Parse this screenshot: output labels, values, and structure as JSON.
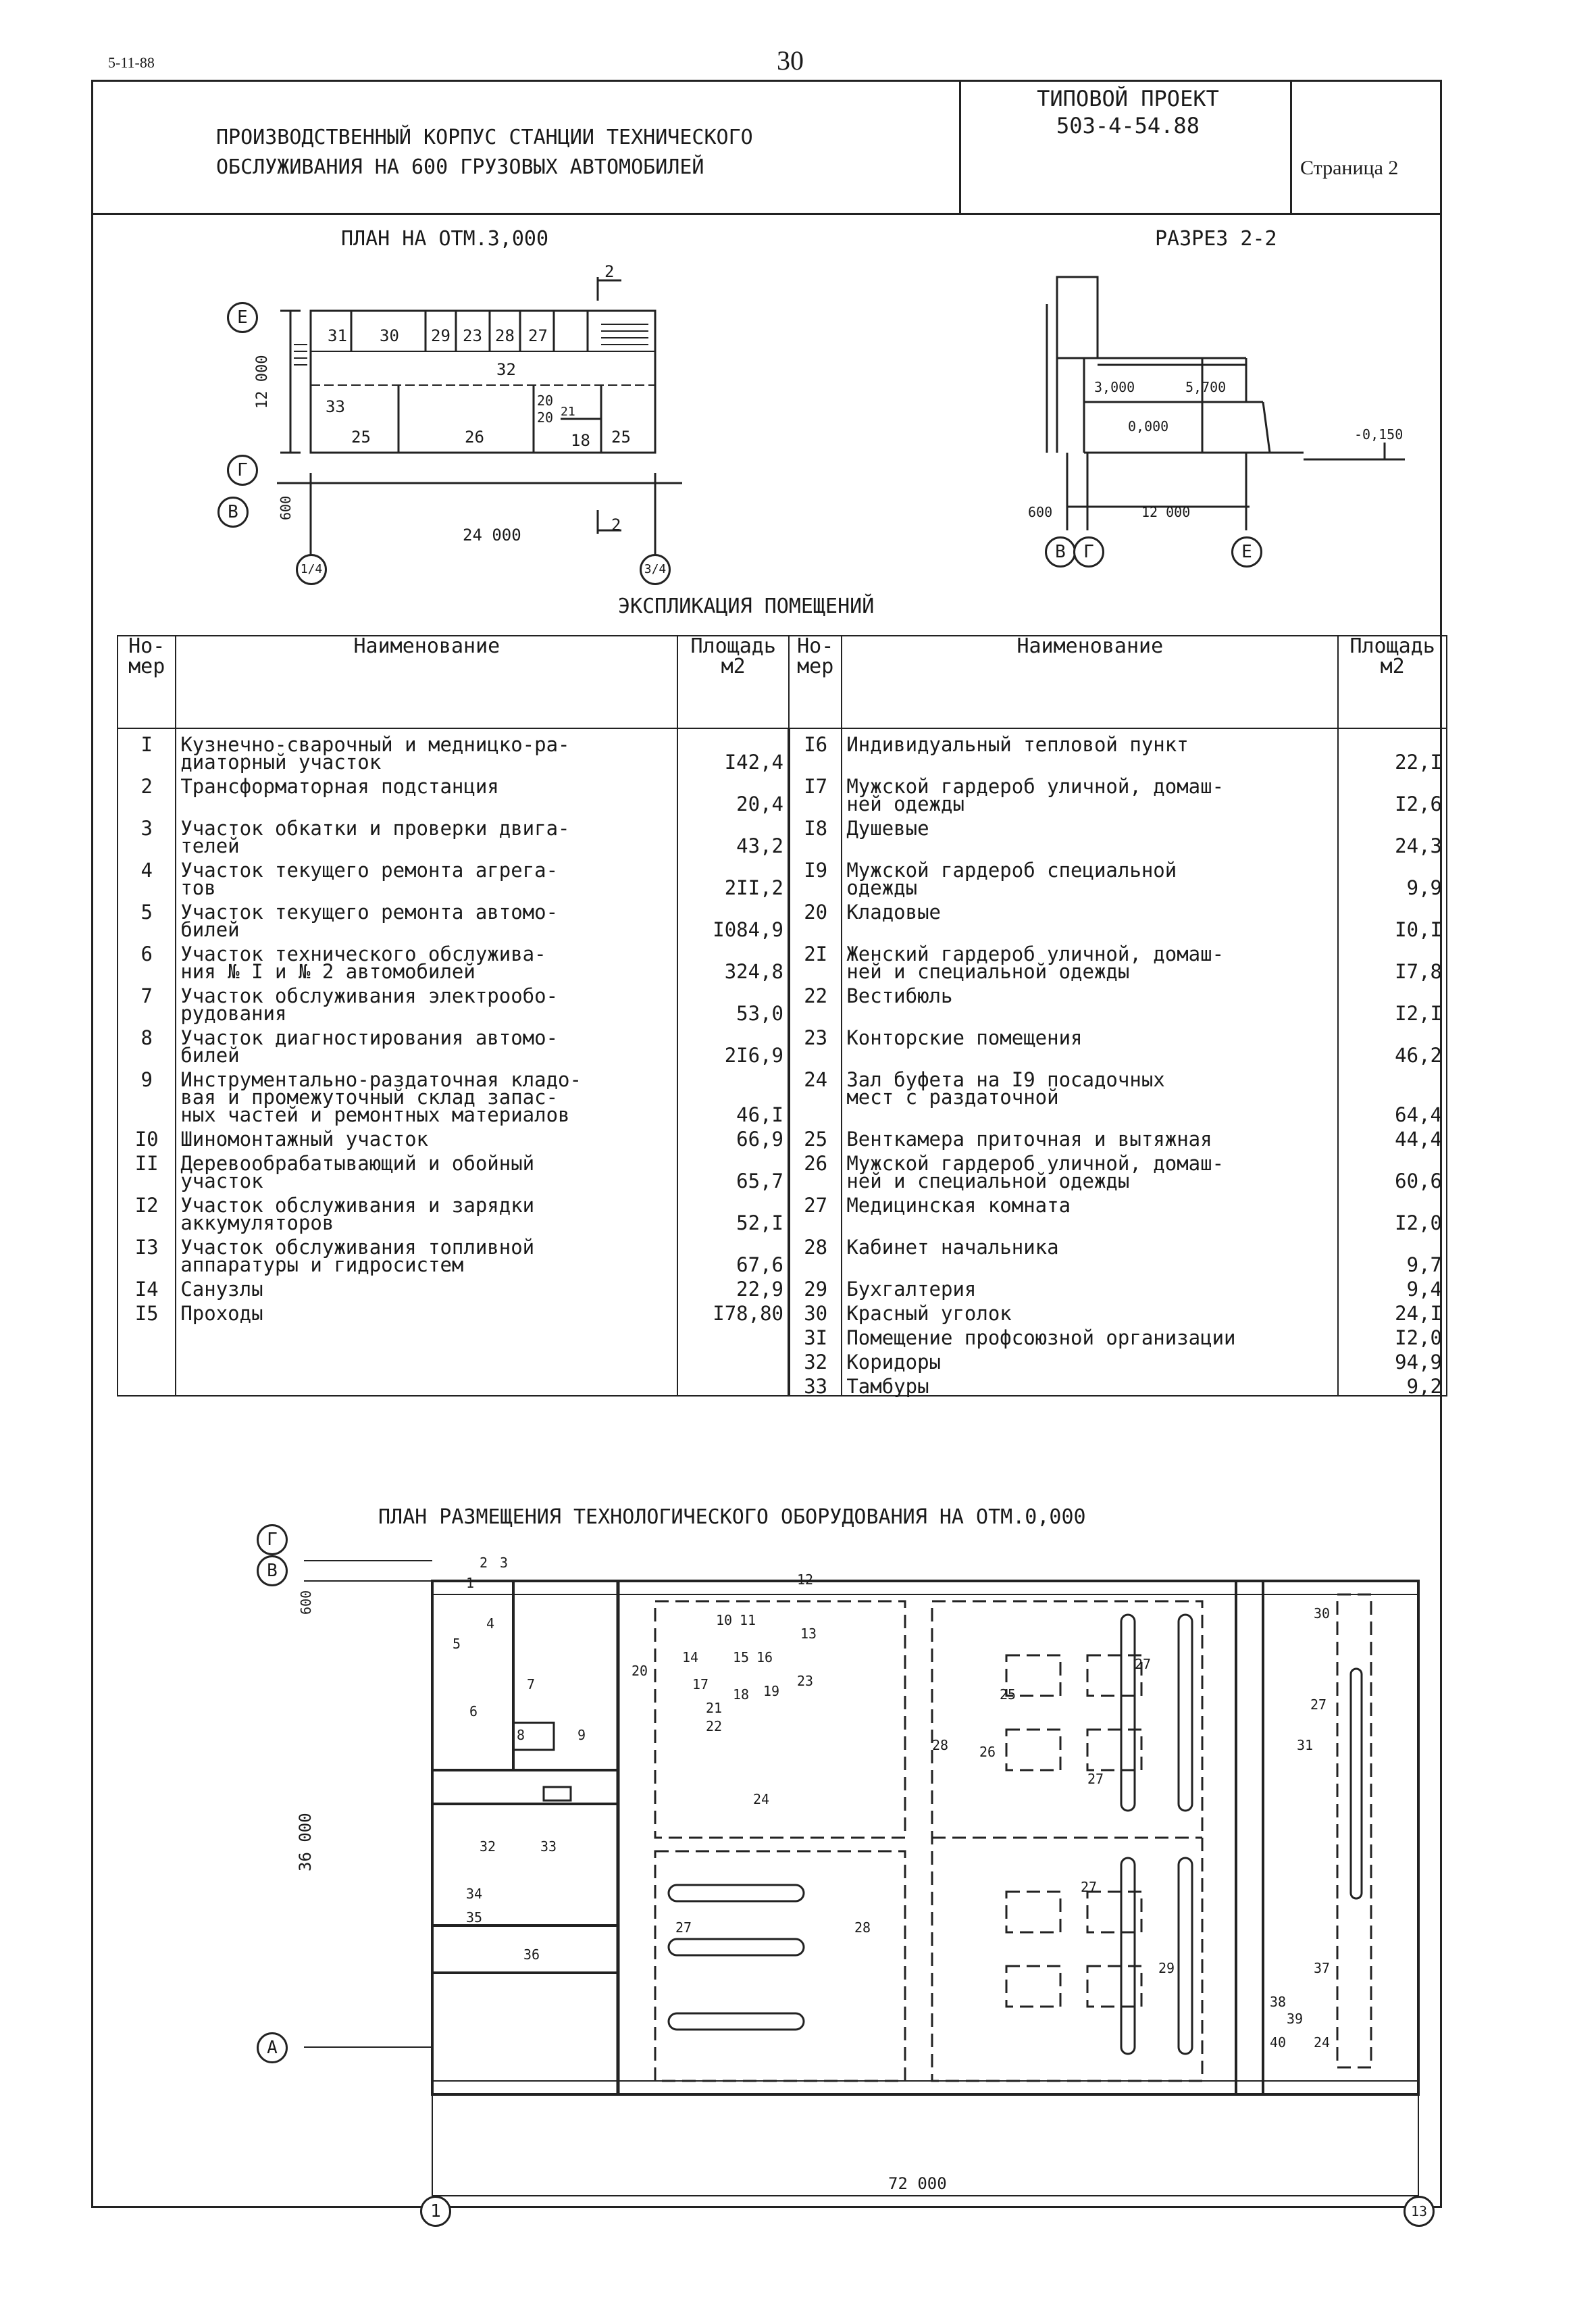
{
  "header": {
    "date": "5-11-88",
    "page_number": "30"
  },
  "title_block": {
    "title_line1": "ПРОИЗВОДСТВЕННЫЙ КОРПУС СТАНЦИИ ТЕХНИЧЕСКОГО",
    "title_line2": "ОБСЛУЖИВАНИЯ НА 600 ГРУЗОВЫХ АВТОМОБИЛЕЙ",
    "project_label": "ТИПОВОЙ ПРОЕКТ",
    "project_code": "503-4-54.88",
    "page_label": "Страница 2"
  },
  "plan_upper": {
    "caption": "ПЛАН НА ОТМ.3,000",
    "section_mark": "2",
    "dim_height": "12 000",
    "dim_600": "600",
    "dim_length": "24 000",
    "axes": [
      "Е",
      "Г",
      "В",
      "1/4",
      "3/4"
    ],
    "rooms": [
      "31",
      "30",
      "29",
      "23",
      "28",
      "27",
      "32",
      "33",
      "20",
      "20",
      "25",
      "26",
      "18",
      "25",
      "21"
    ]
  },
  "section_2_2": {
    "caption": "РАЗРЕЗ 2-2",
    "elev_3000": "3,000",
    "elev_5700": "5,700",
    "elev_0000": "0,000",
    "elev_neg": "-0,150",
    "dim_600": "600",
    "dim_12000": "12 000",
    "axes": [
      "В",
      "Г",
      "Е"
    ]
  },
  "explication": {
    "caption": "ЭКСПЛИКАЦИЯ ПОМЕЩЕНИЙ",
    "headers": {
      "num_a": "Но-",
      "num_b": "мер",
      "name": "Наименование",
      "area_a": "Площадь",
      "area_b": "м2"
    },
    "left_rows": [
      {
        "num": "I",
        "l1": "Кузнечно-сварочный и медницко-ра-",
        "l2": "диаторный участок",
        "area": "I42,4"
      },
      {
        "num": "2",
        "l1": "Трансформаторная подстанция",
        "l2": "",
        "area": "20,4"
      },
      {
        "num": "3",
        "l1": "Участок обкатки и проверки двига-",
        "l2": "телей",
        "area": "43,2"
      },
      {
        "num": "4",
        "l1": "Участок текущего ремонта агрега-",
        "l2": "тов",
        "area": "2II,2"
      },
      {
        "num": "5",
        "l1": "Участок текущего ремонта автомо-",
        "l2": "билей",
        "area": "I084,9"
      },
      {
        "num": "6",
        "l1": "Участок технического обслужива-",
        "l2": "ния № I и № 2 автомобилей",
        "area": "324,8"
      },
      {
        "num": "7",
        "l1": "Участок обслуживания электрообо-",
        "l2": "рудования",
        "area": "53,0"
      },
      {
        "num": "8",
        "l1": "Участок диагностирования автомо-",
        "l2": "билей",
        "area": "2I6,9"
      },
      {
        "num": "9",
        "l1": "Инструментально-раздаточная кладо-",
        "l2": "вая и промежуточный склад запас-",
        "l3": "ных частей и ремонтных материалов",
        "area": "46,I"
      },
      {
        "num": "I0",
        "l1": "Шиномонтажный участок",
        "l2": "",
        "area": "66,9"
      },
      {
        "num": "II",
        "l1": "Деревообрабатывающий и обойный",
        "l2": "участок",
        "area": "65,7"
      },
      {
        "num": "I2",
        "l1": "Участок обслуживания и зарядки",
        "l2": "аккумуляторов",
        "area": "52,I"
      },
      {
        "num": "I3",
        "l1": "Участок обслуживания топливной",
        "l2": "аппаратуры и гидросистем",
        "area": "67,6"
      },
      {
        "num": "I4",
        "l1": "Санузлы",
        "l2": "",
        "area": "22,9"
      },
      {
        "num": "I5",
        "l1": "Проходы",
        "l2": "",
        "area": "I78,80"
      }
    ],
    "right_rows": [
      {
        "num": "I6",
        "l1": "Индивидуальный тепловой пункт",
        "l2": "",
        "area": "22,I"
      },
      {
        "num": "I7",
        "l1": "Мужской гардероб уличной, домаш-",
        "l2": "ней одежды",
        "area": "I2,6"
      },
      {
        "num": "I8",
        "l1": "Душевые",
        "l2": "",
        "area": "24,3"
      },
      {
        "num": "I9",
        "l1": "Мужской гардероб специальной",
        "l2": "одежды",
        "area": "9,9"
      },
      {
        "num": "20",
        "l1": "Кладовые",
        "l2": "",
        "area": "I0,I"
      },
      {
        "num": "2I",
        "l1": "Женский гардероб уличной, домаш-",
        "l2": "ней и специальной одежды",
        "area": "I7,8"
      },
      {
        "num": "22",
        "l1": "Вестибюль",
        "l2": "",
        "area": "I2,I"
      },
      {
        "num": "23",
        "l1": "Конторские помещения",
        "l2": "",
        "area": "46,2"
      },
      {
        "num": "24",
        "l1": "Зал буфета на I9 посадочных",
        "l2": "мест с раздаточной",
        "area": "64,4"
      },
      {
        "num": "25",
        "l1": "Венткамера приточная и вытяжная",
        "l2": "",
        "area": "44,4"
      },
      {
        "num": "26",
        "l1": "Мужской гардероб уличной, домаш-",
        "l2": "ней и специальной одежды",
        "area": "60,6"
      },
      {
        "num": "27",
        "l1": "Медицинская комната",
        "l2": "",
        "area": "I2,0"
      },
      {
        "num": "28",
        "l1": "Кабинет начальника",
        "l2": "",
        "area": "9,7"
      },
      {
        "num": "29",
        "l1": "Бухгалтерия",
        "l2": "",
        "area": "9,4"
      },
      {
        "num": "30",
        "l1": "Красный уголок",
        "l2": "",
        "area": "24,I"
      },
      {
        "num": "3I",
        "l1": "Помещение профсоюзной организации",
        "l2": "",
        "area": "I2,0"
      },
      {
        "num": "32",
        "l1": "Коридоры",
        "l2": "",
        "area": "94,9"
      },
      {
        "num": "33",
        "l1": "Тамбуры",
        "l2": "",
        "area": "9,2"
      }
    ]
  },
  "plan_lower": {
    "caption": "ПЛАН РАЗМЕЩЕНИЯ ТЕХНОЛОГИЧЕСКОГО ОБОРУДОВАНИЯ НА ОТМ.0,000",
    "dim_600": "600",
    "dim_height": "36 000",
    "dim_length": "72 000",
    "axes": [
      "Г",
      "В",
      "А",
      "1",
      "13"
    ],
    "equipment_labels": [
      "1",
      "2",
      "3",
      "4",
      "5",
      "6",
      "7",
      "8",
      "9",
      "10",
      "11",
      "12",
      "13",
      "14",
      "15",
      "16",
      "17",
      "18",
      "19",
      "20",
      "21",
      "22",
      "23",
      "24",
      "25",
      "26",
      "27",
      "27",
      "27",
      "27",
      "27",
      "28",
      "28",
      "29",
      "30",
      "31",
      "32",
      "33",
      "34",
      "35",
      "36",
      "37",
      "38",
      "39",
      "40",
      "24"
    ]
  }
}
